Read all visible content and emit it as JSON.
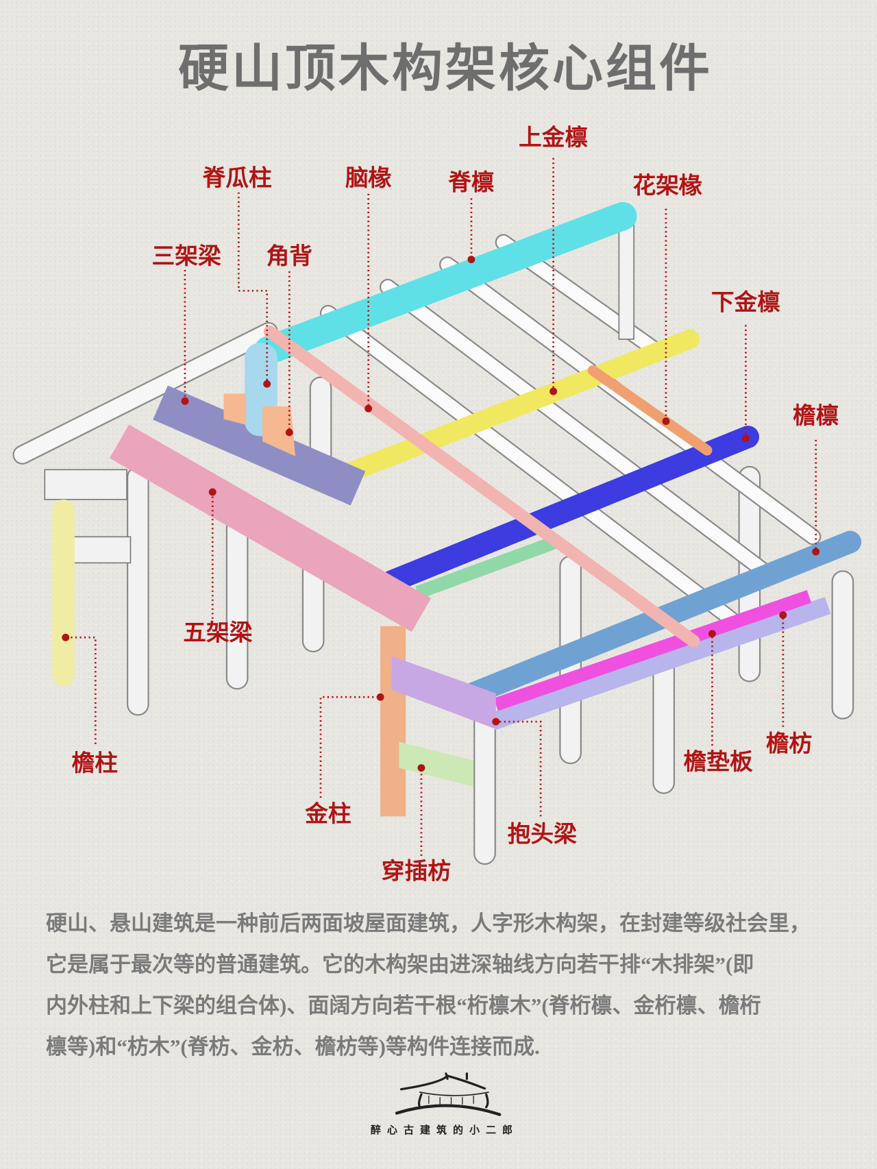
{
  "title": "硬山顶木构架核心组件",
  "labels": {
    "shang_jin_lin": "上金檩",
    "ji_gua_zhu": "脊瓜柱",
    "nao_chuan": "脑椽",
    "ji_lin": "脊檩",
    "hua_jia_chuan": "花架椽",
    "san_jia_liang": "三架梁",
    "jiao_bei": "角背",
    "xia_jin_lin": "下金檩",
    "yan_lin": "檐檩",
    "wu_jia_liang": "五架梁",
    "yan_zhu": "檐柱",
    "yan_fang": "檐枋",
    "yan_dian_ban": "檐垫板",
    "jin_zhu": "金柱",
    "bao_tou_liang": "抱头梁",
    "chuan_cha_fang": "穿插枋"
  },
  "colors": {
    "label": "#b01414",
    "ji_lin": "#5fe0e6",
    "shang_jin_lin": "#f0e860",
    "xia_jin_lin": "#3c3ce0",
    "yan_lin": "#6fa2d2",
    "yan_dian_ban": "#f050e0",
    "yan_fang": "#b8b4ec",
    "san_jia_liang": "#8e8ec4",
    "wu_jia_liang": "#eaa4bc",
    "nao_chuan": "#f2b4b0",
    "hua_jia_chuan": "#f0a070",
    "ji_gua_zhu": "#a8d8ee",
    "jiao_bei": "#f5b890",
    "yan_zhu": "#f0eca4",
    "jin_zhu": "#f0b088",
    "bao_tou_liang": "#c8a8e4",
    "chuan_cha_fang": "#cce8b4"
  },
  "description": [
    "硬山、悬山建筑是一种前后两面坡屋面建筑，人字形木构架，在封建等级社会里，",
    "它是属于最次等的普通建筑。它的木构架由进深轴线方向若干排“木排架”(即",
    "内外柱和上下梁的组合体)、面阔方向若干根“桁檩木”(脊桁檩、金桁檩、檐桁",
    "檩等)和“枋木”(脊枋、金枋、檐枋等)等构件连接而成."
  ],
  "footer": {
    "brand": "醉心古建筑的小二郎",
    "logo_icon": "pavilion-roof-logo"
  }
}
